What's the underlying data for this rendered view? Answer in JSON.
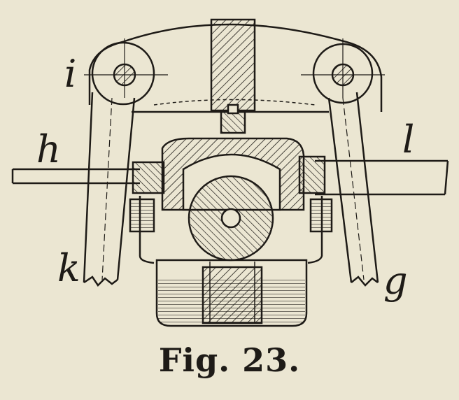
{
  "labels": {
    "i": "i",
    "h": "h",
    "l": "l",
    "k": "k",
    "g": "g"
  },
  "caption": "Fig. 23.",
  "colors": {
    "paper": "#ebe6d2",
    "ink": "#1e1b17"
  }
}
